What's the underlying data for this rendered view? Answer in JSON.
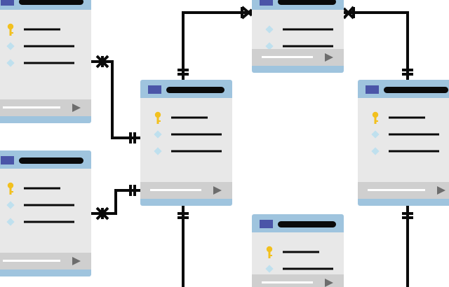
{
  "colors": {
    "header_band": "#9fc4de",
    "header_square": "#4a55a8",
    "title_bar": "#0a0a0a",
    "body": "#e8e8e8",
    "footer": "#cfcfcf",
    "footer_line": "#ffffff",
    "play": "#6d6d6d",
    "key": "#f2c01e",
    "diamond": "#bfe0ee",
    "field_line": "#0a0a0a",
    "connector": "#0a0a0a"
  },
  "tables": [
    {
      "id": "table-top-left",
      "rows": [
        "key-icon",
        "diamond-icon",
        "diamond-icon"
      ]
    },
    {
      "id": "table-bottom-left",
      "rows": [
        "key-icon",
        "diamond-icon",
        "diamond-icon"
      ]
    },
    {
      "id": "table-center",
      "rows": [
        "key-icon",
        "diamond-icon",
        "diamond-icon"
      ]
    },
    {
      "id": "table-top-middle",
      "rows": [
        "diamond-icon",
        "diamond-icon"
      ]
    },
    {
      "id": "table-right",
      "rows": [
        "key-icon",
        "diamond-icon",
        "diamond-icon"
      ]
    },
    {
      "id": "table-bottom-middle",
      "rows": [
        "key-icon",
        "diamond-icon",
        "diamond-icon"
      ]
    }
  ],
  "relations": [
    {
      "from": "table-top-left",
      "to": "table-center"
    },
    {
      "from": "table-bottom-left",
      "to": "table-center"
    },
    {
      "from": "table-center",
      "to": "table-top-middle"
    },
    {
      "from": "table-top-middle",
      "to": "table-right"
    },
    {
      "from": "table-center",
      "to": "off-canvas-below"
    },
    {
      "from": "table-right",
      "to": "off-canvas-below"
    }
  ]
}
